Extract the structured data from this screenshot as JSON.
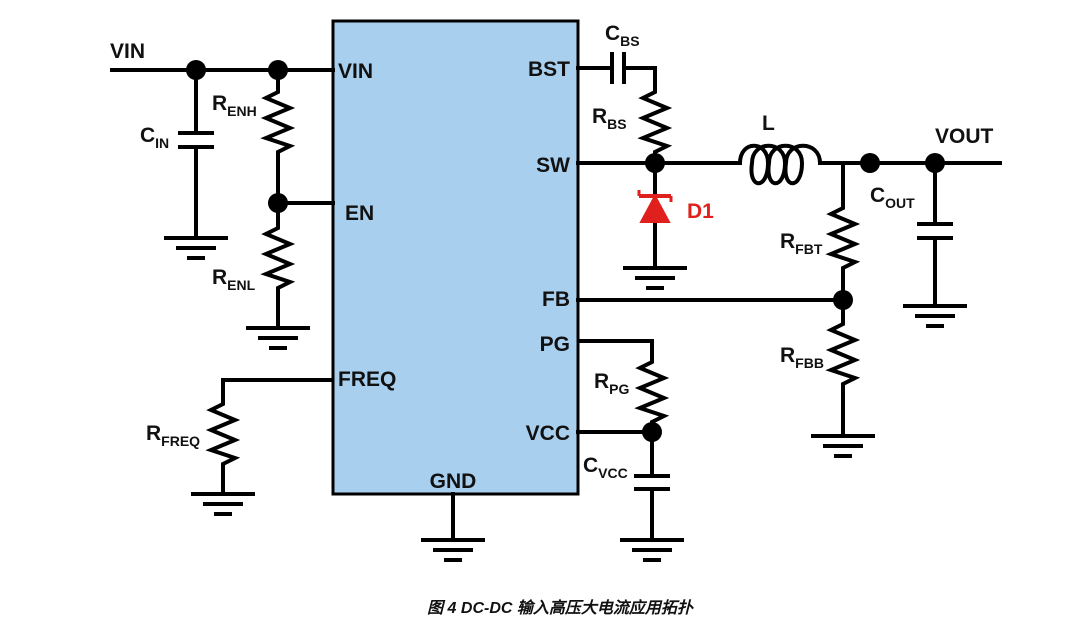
{
  "ic": {
    "pins": {
      "vin": "VIN",
      "en": "EN",
      "freq": "FREQ",
      "bst": "BST",
      "sw": "SW",
      "fb": "FB",
      "pg": "PG",
      "vcc": "VCC",
      "gnd": "GND"
    },
    "fill": "#a9cfee",
    "border": "#000000"
  },
  "nets": {
    "vin": "VIN",
    "vout": "VOUT"
  },
  "components": {
    "cin": {
      "main": "C",
      "sub": "IN"
    },
    "renh": {
      "main": "R",
      "sub": "ENH"
    },
    "renl": {
      "main": "R",
      "sub": "ENL"
    },
    "rfreq": {
      "main": "R",
      "sub": "FREQ"
    },
    "cbs": {
      "main": "C",
      "sub": "BS"
    },
    "rbs": {
      "main": "R",
      "sub": "BS"
    },
    "inductor": {
      "main": "L"
    },
    "diode": {
      "main": "D1",
      "color": "#e0201c"
    },
    "cout": {
      "main": "C",
      "sub": "OUT"
    },
    "rfbt": {
      "main": "R",
      "sub": "FBT"
    },
    "rfbb": {
      "main": "R",
      "sub": "FBB"
    },
    "rpg": {
      "main": "R",
      "sub": "PG"
    },
    "cvcc": {
      "main": "C",
      "sub": "VCC"
    }
  },
  "caption": "图 4 DC-DC 输入高压大电流应用拓扑"
}
